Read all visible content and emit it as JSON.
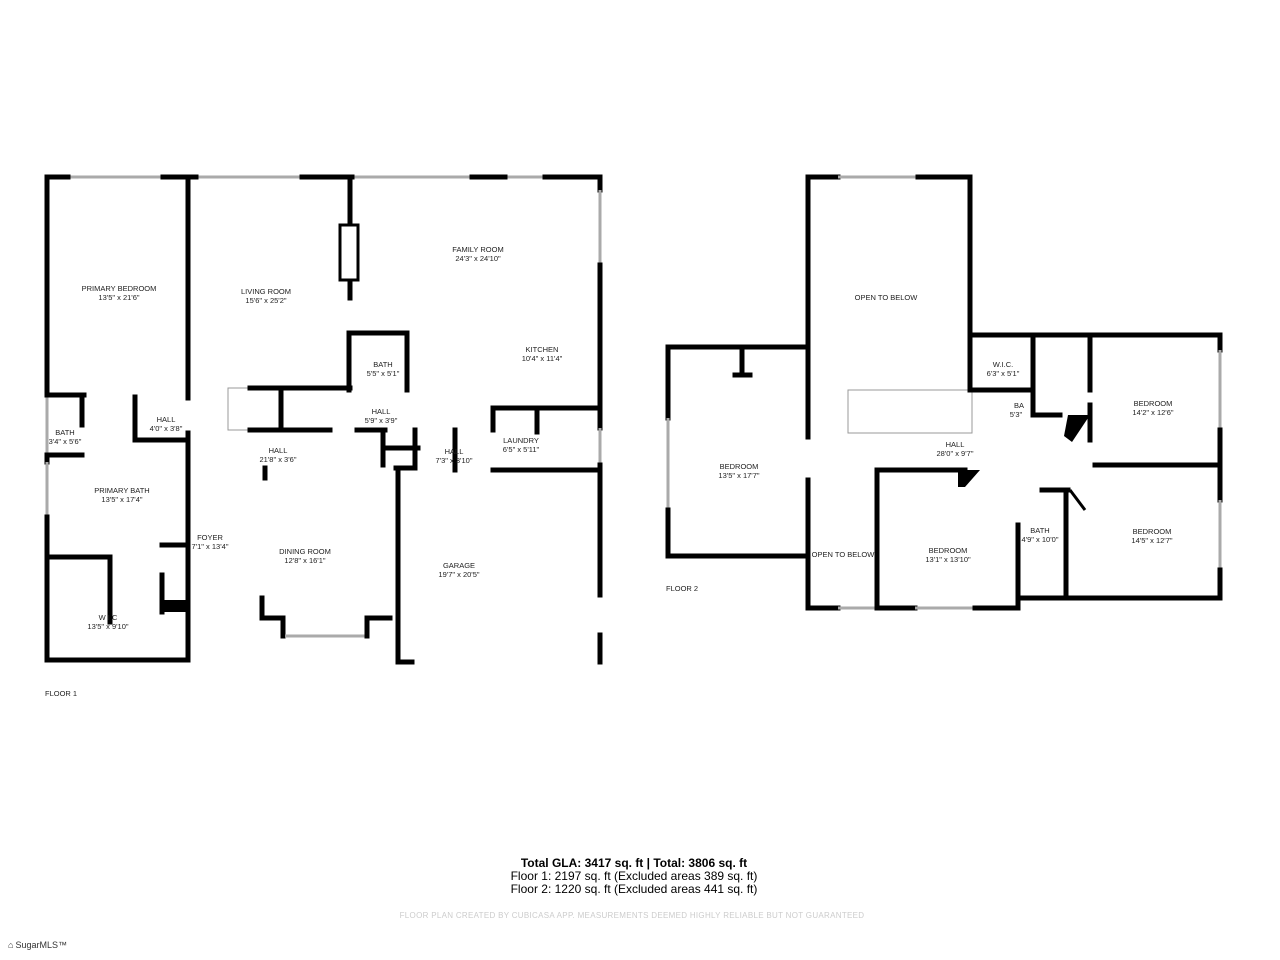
{
  "floor1": {
    "label": "FLOOR 1",
    "rooms": [
      {
        "name": "PRIMARY BEDROOM",
        "size": "13'5\" x 21'6\""
      },
      {
        "name": "LIVING ROOM",
        "size": "15'6\" x 25'2\""
      },
      {
        "name": "FAMILY ROOM",
        "size": "24'3\" x 24'10\""
      },
      {
        "name": "KITCHEN",
        "size": "10'4\" x 11'4\""
      },
      {
        "name": "BATH",
        "size": "5'5\" x 5'1\""
      },
      {
        "name": "HALL",
        "size": "5'9\" x 3'9\""
      },
      {
        "name": "HALL",
        "size": "4'0\" x 3'8\""
      },
      {
        "name": "BATH",
        "size": "3'4\" x 5'6\""
      },
      {
        "name": "HALL",
        "size": "21'8\" x 3'6\""
      },
      {
        "name": "HALL",
        "size": "7'3\" x 3'10\""
      },
      {
        "name": "LAUNDRY",
        "size": "6'5\" x 5'11\""
      },
      {
        "name": "PRIMARY BATH",
        "size": "13'5\" x 17'4\""
      },
      {
        "name": "FOYER",
        "size": "7'1\" x 13'4\""
      },
      {
        "name": "DINING ROOM",
        "size": "12'8\" x 16'1\""
      },
      {
        "name": "GARAGE",
        "size": "19'7\" x 20'5\""
      },
      {
        "name": "W I C",
        "size": "13'5\" x 9'10\""
      }
    ]
  },
  "floor2": {
    "label": "FLOOR 2",
    "rooms": [
      {
        "name": "OPEN TO BELOW",
        "size": ""
      },
      {
        "name": "W.I.C.",
        "size": "6'3\" x 5'1\""
      },
      {
        "name": "BA",
        "size": "5'3\""
      },
      {
        "name": "BEDROOM",
        "size": "14'2\" x 12'6\""
      },
      {
        "name": "HALL",
        "size": "28'0\" x 9'7\""
      },
      {
        "name": "BEDROOM",
        "size": "13'5\" x 17'7\""
      },
      {
        "name": "OPEN TO BELOW",
        "size": ""
      },
      {
        "name": "BEDROOM",
        "size": "13'1\" x 13'10\""
      },
      {
        "name": "BATH",
        "size": "4'9\" x 10'0\""
      },
      {
        "name": "BEDROOM",
        "size": "14'5\" x 12'7\""
      }
    ]
  },
  "summary": {
    "total": "Total GLA: 3417 sq. ft | Total: 3806 sq. ft",
    "floor1": "Floor 1: 2197 sq. ft (Excluded areas 389 sq. ft)",
    "floor2": "Floor 2: 1220 sq. ft (Excluded areas 441 sq. ft)"
  },
  "credit": "FLOOR PLAN CREATED BY CUBICASA APP. MEASUREMENTS DEEMED HIGHLY RELIABLE BUT NOT GUARANTEED",
  "logo": "SugarMLS™"
}
